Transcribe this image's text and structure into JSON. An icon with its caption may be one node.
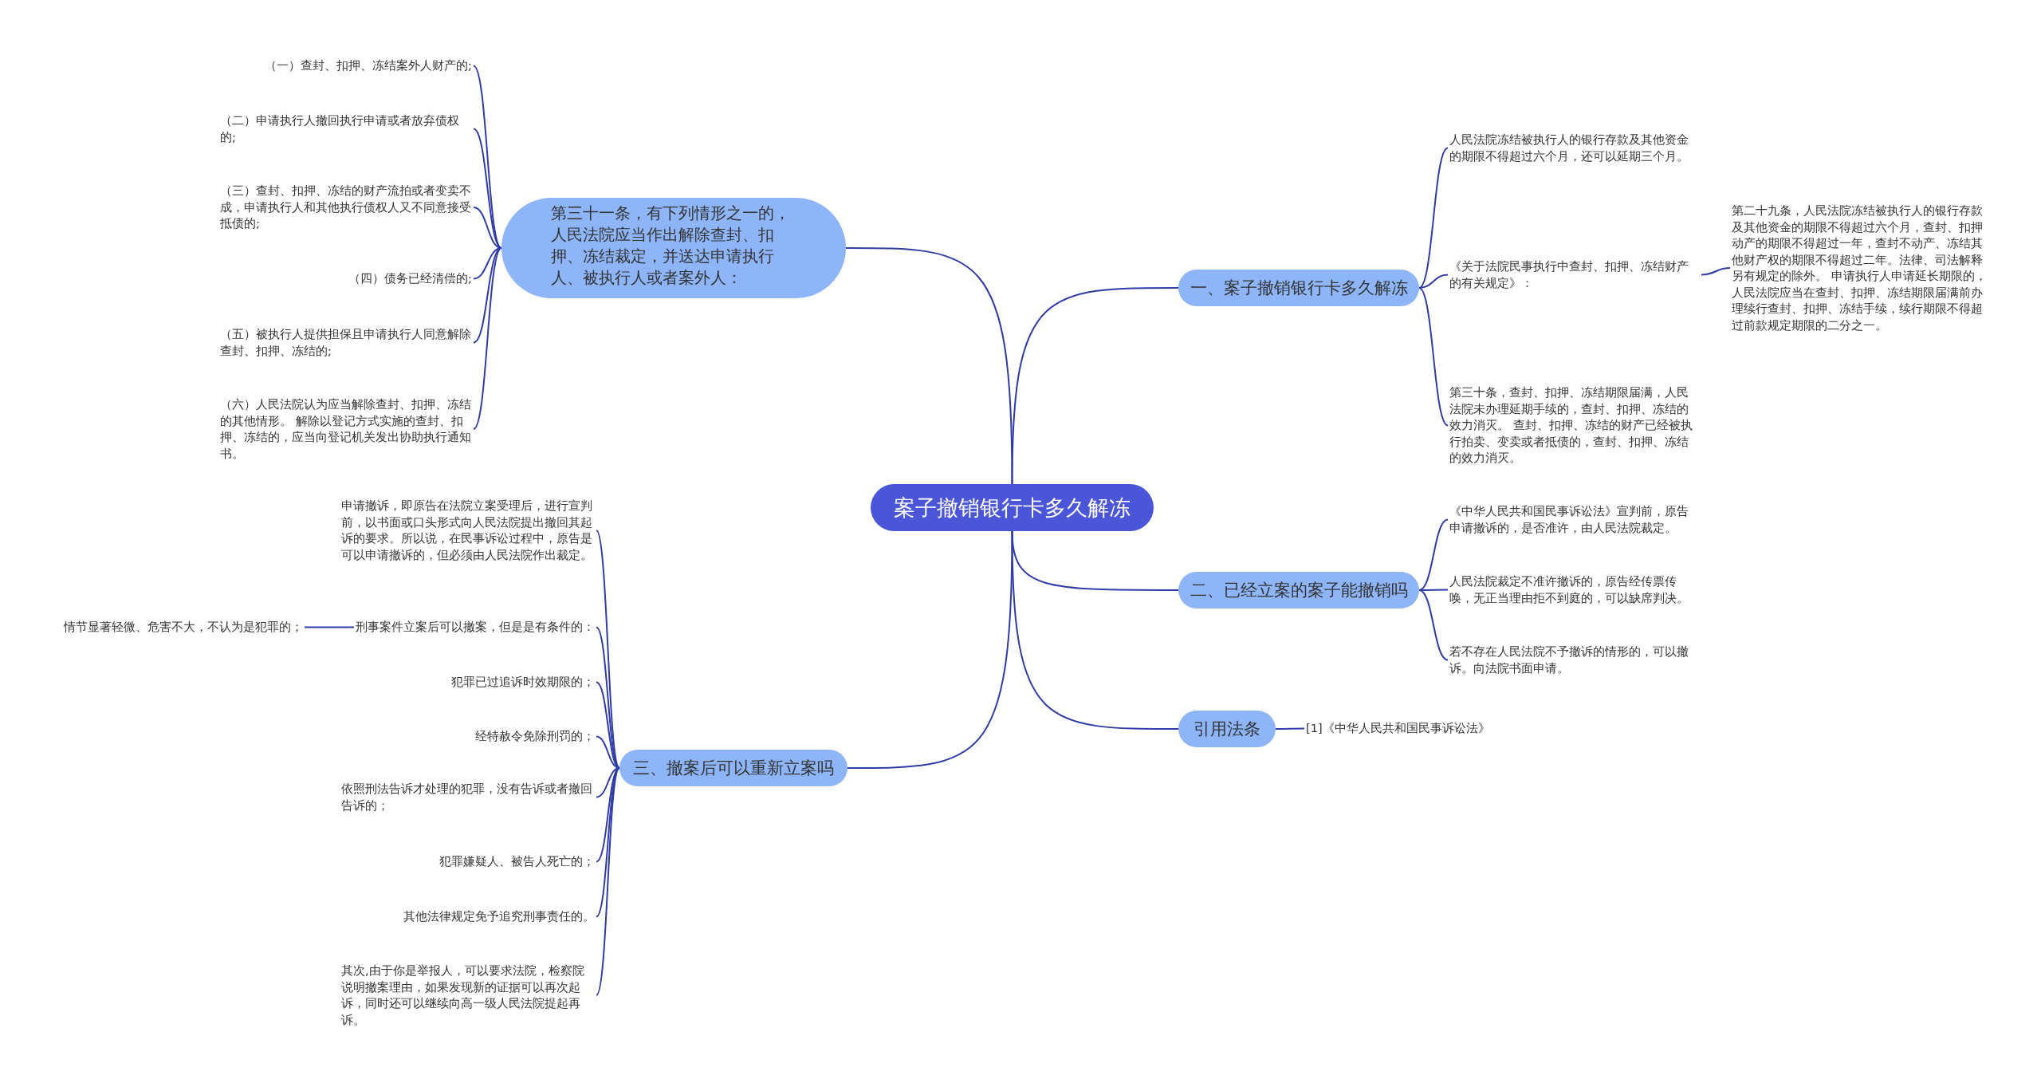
{
  "diagram": {
    "nodes": [
      {
        "text": [
          "案子撤销银行卡多久解冻"
        ]
      },
      {
        "text": [
          "一、案子撤销银行卡多久解冻"
        ]
      },
      {
        "text": [
          "人民法院冻结被执行人的银行存款及其他资金的期限不得超过六个月，还可以延期三个月。"
        ]
      },
      {
        "text": [
          "《关于法院民事执行中查封、扣押、冻结财产的有关规定》："
        ]
      },
      {
        "text": [
          "第二十九条，人民法院冻结被执行人的银行存款及其他资金的期限不得超过六个月，查封、扣押动产的期限不得超过一年，查封不动产、冻结其他财产权的期限不得超过二年。法律、司法解释另有规定的除外。 申请执行人申请延长期限的，人民法院应当在查封、扣押、冻结期限届满前办理续行查封、扣押、冻结手续，续行期限不得超过前款规定期限的二分之一。"
        ]
      },
      {
        "text": [
          "第三十条，查封、扣押、冻结期限届满，人民法院未办理延期手续的，查封、扣押、冻结的效力消灭。 查封、扣押、冻结的财产已经被执行拍卖、变卖或者抵债的，查封、扣押、冻结的效力消灭。"
        ]
      },
      {
        "text": [
          "二、已经立案的案子能撤销吗"
        ]
      },
      {
        "text": [
          "《中华人民共和国民事诉讼法》宣判前，原告申请撤诉的，是否准许，由人民法院裁定。"
        ]
      },
      {
        "text": [
          "人民法院裁定不准许撤诉的，原告经传票传唤，无正当理由拒不到庭的，可以缺席判决。"
        ]
      },
      {
        "text": [
          "若不存在人民法院不予撤诉的情形的，可以撤诉。向法院书面申请。"
        ]
      },
      {
        "text": [
          "引用法条"
        ]
      },
      {
        "text": [
          "[1]《中华人民共和国民事诉讼法》"
        ]
      },
      {
        "text": [
          "第三十一条，有下列情形之一的，人民法院应当作出解除查封、扣押、冻结裁定，并送达申请执行人、被执行人或者案外人："
        ]
      },
      {
        "text": [
          "（一）查封、扣押、冻结案外人财产的;"
        ]
      },
      {
        "text": [
          "（二）申请执行人撤回执行申请或者放弃债权的;"
        ]
      },
      {
        "text": [
          "（三）查封、扣押、冻结的财产流拍或者变卖不成，申请执行人和其他执行债权人又不同意接受抵债的;"
        ]
      },
      {
        "text": [
          "（四）债务已经清偿的;"
        ]
      },
      {
        "text": [
          "（五）被执行人提供担保且申请执行人同意解除查封、扣押、冻结的;"
        ]
      },
      {
        "text": [
          "（六）人民法院认为应当解除查封、扣押、冻结的其他情形。 解除以登记方式实施的查封、扣押、冻结的，应当向登记机关发出协助执行通知书。"
        ]
      },
      {
        "text": [
          "三、撤案后可以重新立案吗"
        ]
      },
      {
        "text": [
          "申请撤诉，即原告在法院立案受理后，进行宣判前，以书面或口头形式向人民法院提出撤回其起诉的要求。所以说，在民事诉讼过程中，原告是可以申请撤诉的，但必须由人民法院作出裁定。"
        ]
      },
      {
        "text": [
          "刑事案件立案后可以撤案，但是是有条件的："
        ]
      },
      {
        "text": [
          "情节显著轻微、危害不大，不认为是犯罪的；"
        ]
      },
      {
        "text": [
          "犯罪已过追诉时效期限的；"
        ]
      },
      {
        "text": [
          "经特赦令免除刑罚的；"
        ]
      },
      {
        "text": [
          "依照刑法告诉才处理的犯罪，没有告诉或者撤回告诉的；"
        ]
      },
      {
        "text": [
          "犯罪嫌疑人、被告人死亡的；"
        ]
      },
      {
        "text": [
          "其他法律规定免予追究刑事责任的。"
        ]
      },
      {
        "text": [
          "其次,由于你是举报人，可以要求法院，检察院说明撤案理由，如果发现新的证据可以再次起诉，同时还可以继续向高一级人民法院提起再诉。"
        ]
      }
    ],
    "edges": [
      {
        "from": 0,
        "to": 1,
        "arrow": "none"
      },
      {
        "from": 1,
        "to": 2,
        "arrow": "none"
      },
      {
        "from": 1,
        "to": 3,
        "arrow": "none"
      },
      {
        "from": 3,
        "to": 4,
        "arrow": "none"
      },
      {
        "from": 1,
        "to": 5,
        "arrow": "none"
      },
      {
        "from": 0,
        "to": 6,
        "arrow": "none"
      },
      {
        "from": 6,
        "to": 7,
        "arrow": "none"
      },
      {
        "from": 6,
        "to": 8,
        "arrow": "none"
      },
      {
        "from": 6,
        "to": 9,
        "arrow": "none"
      },
      {
        "from": 0,
        "to": 10,
        "arrow": "none"
      },
      {
        "from": 10,
        "to": 11,
        "arrow": "none"
      },
      {
        "from": 0,
        "to": 12,
        "arrow": "none"
      },
      {
        "from": 12,
        "to": 13,
        "arrow": "none"
      },
      {
        "from": 12,
        "to": 14,
        "arrow": "none"
      },
      {
        "from": 12,
        "to": 15,
        "arrow": "none"
      },
      {
        "from": 12,
        "to": 16,
        "arrow": "none"
      },
      {
        "from": 12,
        "to": 17,
        "arrow": "none"
      },
      {
        "from": 12,
        "to": 18,
        "arrow": "none"
      },
      {
        "from": 0,
        "to": 19,
        "arrow": "none"
      },
      {
        "from": 19,
        "to": 20,
        "arrow": "none"
      },
      {
        "from": 19,
        "to": 21,
        "arrow": "none"
      },
      {
        "from": 21,
        "to": 22,
        "arrow": "none"
      },
      {
        "from": 19,
        "to": 23,
        "arrow": "none"
      },
      {
        "from": 19,
        "to": 24,
        "arrow": "none"
      },
      {
        "from": 19,
        "to": 25,
        "arrow": "none"
      },
      {
        "from": 19,
        "to": 26,
        "arrow": "none"
      },
      {
        "from": 19,
        "to": 27,
        "arrow": "none"
      },
      {
        "from": 19,
        "to": 28,
        "arrow": "none"
      }
    ]
  }
}
